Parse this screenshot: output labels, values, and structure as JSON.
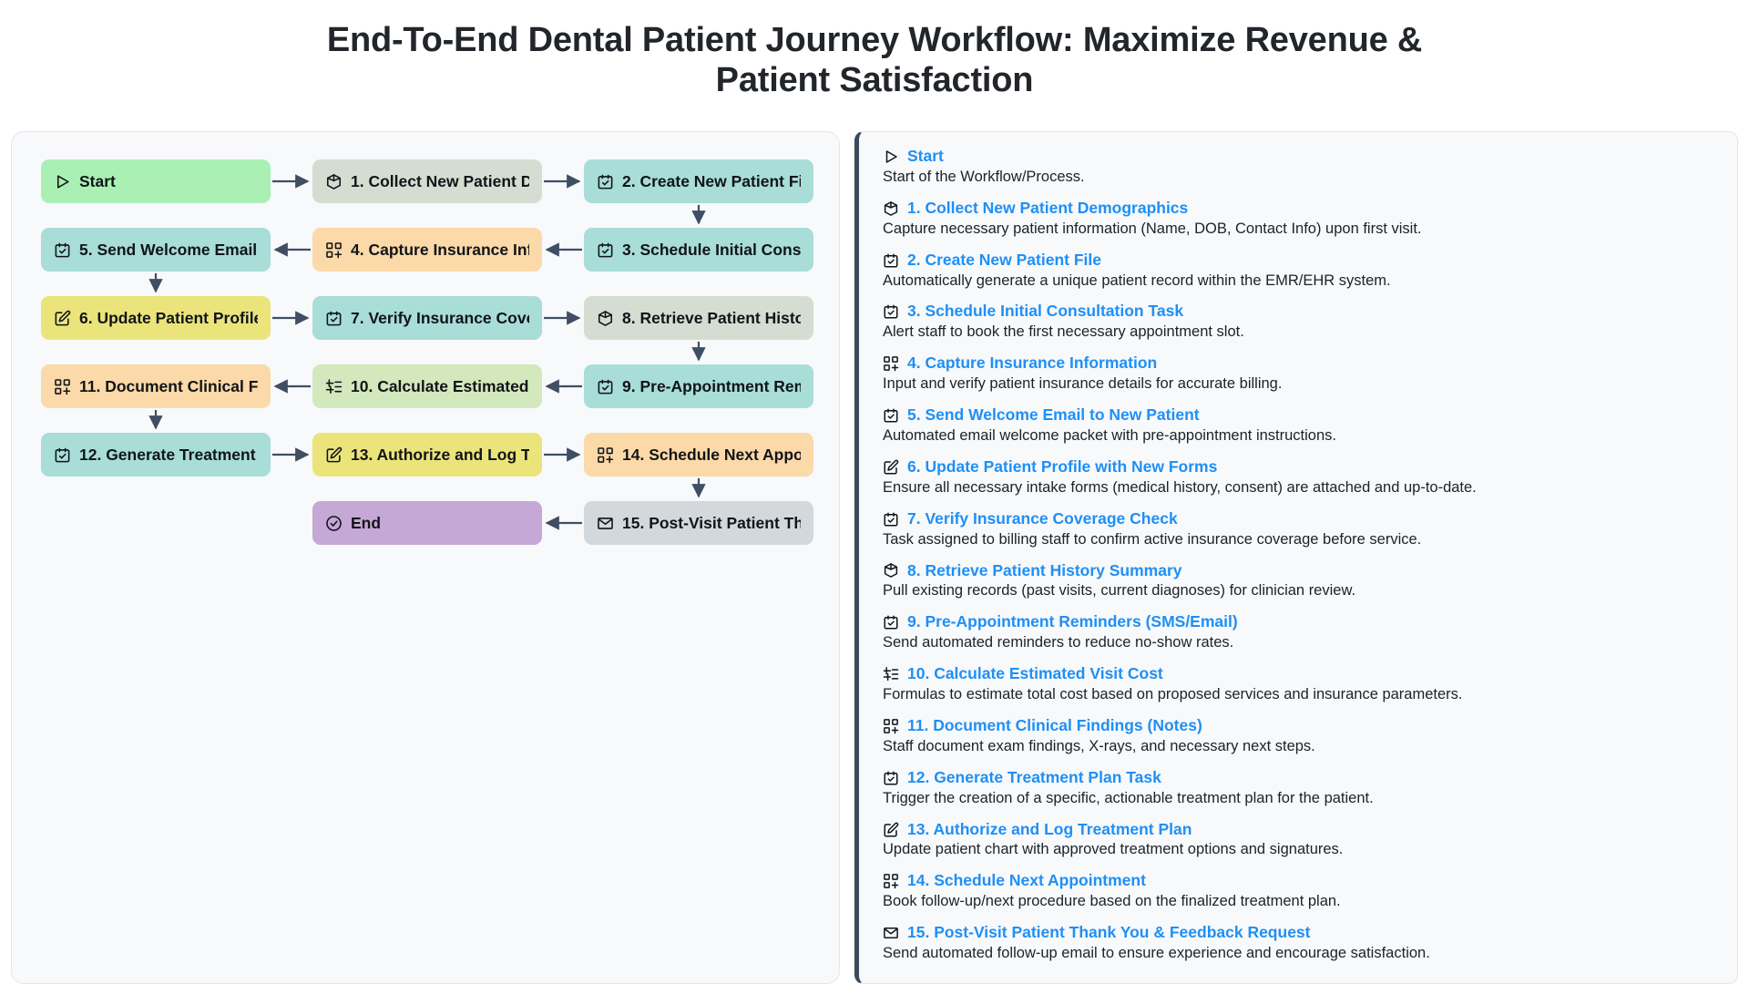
{
  "title": "End-To-End Dental Patient Journey Workflow: Maximize Revenue & Patient Satisfaction",
  "colors": {
    "start": "#aaf0b4",
    "end": "#c5a8d6",
    "teal": "#a8ddd8",
    "grey_green": "#d5ddd2",
    "orange": "#fcd9a8",
    "yellow": "#ebe47b",
    "light_green": "#d3e8bd",
    "grey": "#d3d8dd",
    "link_blue": "#1f8ff5",
    "edge": "#3f4e63",
    "panel_bg": "#f7f9fb",
    "panel_border": "#e3e7ec",
    "divider": "#3c4a5d"
  },
  "flow": {
    "nodes": [
      {
        "id": "start",
        "label": "Start",
        "icon": "play-icon",
        "fill": "start",
        "col": 0,
        "row": 0
      },
      {
        "id": "n1",
        "label": "1. Collect New Patient Demographics",
        "icon": "cube-icon",
        "fill": "grey_green",
        "col": 1,
        "row": 0
      },
      {
        "id": "n2",
        "label": "2. Create New Patient File",
        "icon": "task-icon",
        "fill": "teal",
        "col": 2,
        "row": 0
      },
      {
        "id": "n5",
        "label": "5. Send Welcome Email to New Patient",
        "icon": "task-icon",
        "fill": "teal",
        "col": 0,
        "row": 1
      },
      {
        "id": "n4",
        "label": "4. Capture Insurance Information",
        "icon": "form-plus-icon",
        "fill": "orange",
        "col": 1,
        "row": 1
      },
      {
        "id": "n3",
        "label": "3. Schedule Initial Consultation Task",
        "icon": "task-icon",
        "fill": "teal",
        "col": 2,
        "row": 1
      },
      {
        "id": "n6",
        "label": "6. Update Patient Profile with New Forms",
        "icon": "edit-icon",
        "fill": "yellow",
        "col": 0,
        "row": 2
      },
      {
        "id": "n7",
        "label": "7. Verify Insurance Coverage Check",
        "icon": "task-icon",
        "fill": "teal",
        "col": 1,
        "row": 2
      },
      {
        "id": "n8",
        "label": "8. Retrieve Patient History Summary",
        "icon": "cube-icon",
        "fill": "grey_green",
        "col": 2,
        "row": 2
      },
      {
        "id": "n11",
        "label": "11. Document Clinical Findings (Notes)",
        "icon": "form-plus-icon",
        "fill": "orange",
        "col": 0,
        "row": 3
      },
      {
        "id": "n10",
        "label": "10. Calculate Estimated Visit Cost",
        "icon": "formula-icon",
        "fill": "light_green",
        "col": 1,
        "row": 3
      },
      {
        "id": "n9",
        "label": "9. Pre-Appointment Reminders (SMS/Email)",
        "icon": "task-icon",
        "fill": "teal",
        "col": 2,
        "row": 3
      },
      {
        "id": "n12",
        "label": "12. Generate Treatment Plan Task",
        "icon": "task-icon",
        "fill": "teal",
        "col": 0,
        "row": 4
      },
      {
        "id": "n13",
        "label": "13. Authorize and Log Treatment Plan",
        "icon": "edit-icon",
        "fill": "yellow",
        "col": 1,
        "row": 4
      },
      {
        "id": "n14",
        "label": "14. Schedule Next Appointment",
        "icon": "form-plus-icon",
        "fill": "orange",
        "col": 2,
        "row": 4
      },
      {
        "id": "end",
        "label": "End",
        "icon": "check-circle-icon",
        "fill": "end",
        "col": 1,
        "row": 5
      },
      {
        "id": "n15",
        "label": "15. Post-Visit Patient Thank You & Feedback Request",
        "icon": "mail-icon",
        "fill": "grey",
        "col": 2,
        "row": 5
      }
    ]
  },
  "legend": {
    "items": [
      {
        "icon": "play-icon",
        "title": "Start",
        "desc": "Start of the Workflow/Process."
      },
      {
        "icon": "cube-icon",
        "title": "1. Collect New Patient Demographics",
        "desc": "Capture necessary patient information (Name, DOB, Contact Info) upon first visit."
      },
      {
        "icon": "task-icon",
        "title": "2. Create New Patient File",
        "desc": "Automatically generate a unique patient record within the EMR/EHR system."
      },
      {
        "icon": "task-icon",
        "title": "3. Schedule Initial Consultation Task",
        "desc": "Alert staff to book the first necessary appointment slot."
      },
      {
        "icon": "form-plus-icon",
        "title": "4. Capture Insurance Information",
        "desc": "Input and verify patient insurance details for accurate billing."
      },
      {
        "icon": "task-icon",
        "title": "5. Send Welcome Email to New Patient",
        "desc": "Automated email welcome packet with pre-appointment instructions."
      },
      {
        "icon": "edit-icon",
        "title": "6. Update Patient Profile with New Forms",
        "desc": "Ensure all necessary intake forms (medical history, consent) are attached and up-to-date."
      },
      {
        "icon": "task-icon",
        "title": "7. Verify Insurance Coverage Check",
        "desc": "Task assigned to billing staff to confirm active insurance coverage before service."
      },
      {
        "icon": "cube-icon",
        "title": "8. Retrieve Patient History Summary",
        "desc": "Pull existing records (past visits, current diagnoses) for clinician review."
      },
      {
        "icon": "task-icon",
        "title": "9. Pre-Appointment Reminders (SMS/Email)",
        "desc": "Send automated reminders to reduce no-show rates."
      },
      {
        "icon": "formula-icon",
        "title": "10. Calculate Estimated Visit Cost",
        "desc": "Formulas to estimate total cost based on proposed services and insurance parameters."
      },
      {
        "icon": "form-plus-icon",
        "title": "11. Document Clinical Findings (Notes)",
        "desc": "Staff document exam findings, X-rays, and necessary next steps."
      },
      {
        "icon": "task-icon",
        "title": "12. Generate Treatment Plan Task",
        "desc": "Trigger the creation of a specific, actionable treatment plan for the patient."
      },
      {
        "icon": "edit-icon",
        "title": "13. Authorize and Log Treatment Plan",
        "desc": "Update patient chart with approved treatment options and signatures."
      },
      {
        "icon": "form-plus-icon",
        "title": "14. Schedule Next Appointment",
        "desc": "Book follow-up/next procedure based on the finalized treatment plan."
      },
      {
        "icon": "mail-icon",
        "title": "15. Post-Visit Patient Thank You & Feedback Request",
        "desc": "Send automated follow-up email to ensure experience and encourage satisfaction."
      }
    ]
  }
}
